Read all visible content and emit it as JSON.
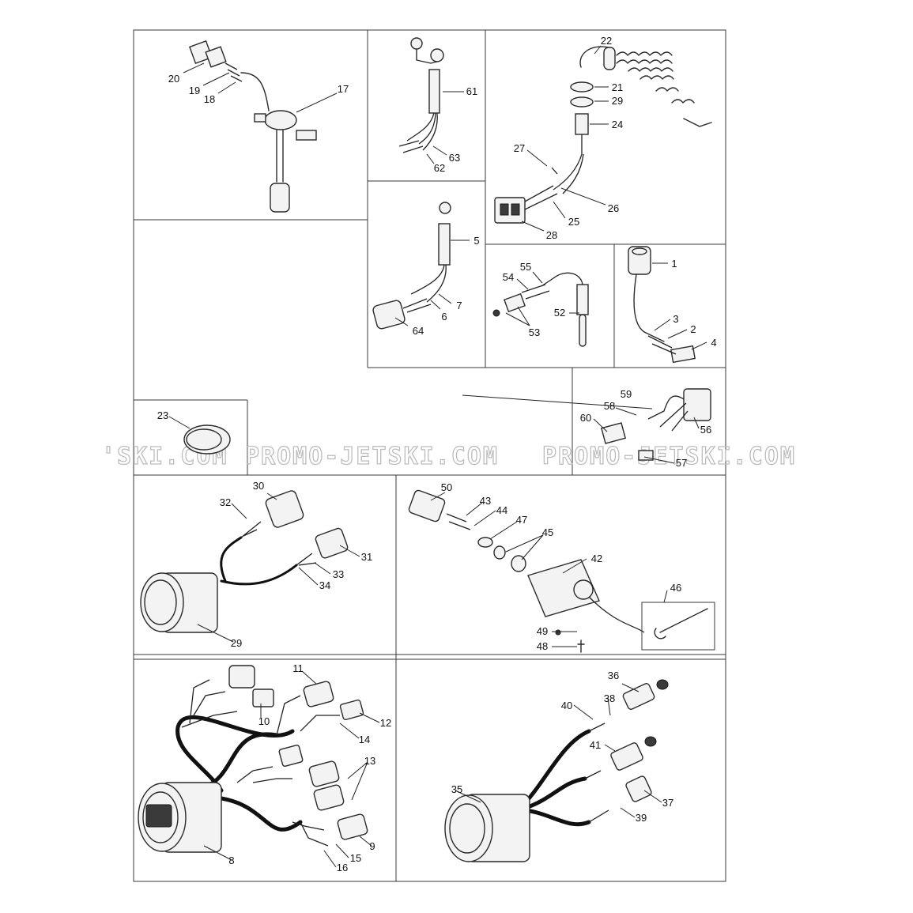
{
  "watermark": {
    "left": "'SKI.COM",
    "center": "PROMO-JETSKI.COM",
    "right": "PROMO-JETSKI.COM"
  },
  "callouts": {
    "c1": "1",
    "c2": "2",
    "c3": "3",
    "c4": "4",
    "c5": "5",
    "c6": "6",
    "c7": "7",
    "c8": "8",
    "c9": "9",
    "c10": "10",
    "c11": "11",
    "c12": "12",
    "c13": "13",
    "c14": "14",
    "c15": "15",
    "c16": "16",
    "c17": "17",
    "c18": "18",
    "c19": "19",
    "c20": "20",
    "c21": "21",
    "c22": "22",
    "c23": "23",
    "c24": "24",
    "c25": "25",
    "c26": "26",
    "c27": "27",
    "c28": "28",
    "c29": "29",
    "c29b": "29",
    "c30": "30",
    "c31": "31",
    "c32": "32",
    "c33": "33",
    "c34": "34",
    "c35": "35",
    "c36": "36",
    "c37": "37",
    "c38": "38",
    "c39": "39",
    "c40": "40",
    "c41": "41",
    "c42": "42",
    "c43": "43",
    "c44": "44",
    "c45": "45",
    "c46": "46",
    "c47": "47",
    "c48": "48",
    "c49": "49",
    "c50": "50",
    "c52": "52",
    "c53": "53",
    "c54": "54",
    "c55": "55",
    "c56": "56",
    "c57": "57",
    "c58": "58",
    "c59": "59",
    "c60": "60",
    "c61": "61",
    "c62": "62",
    "c63": "63",
    "c64": "64"
  }
}
